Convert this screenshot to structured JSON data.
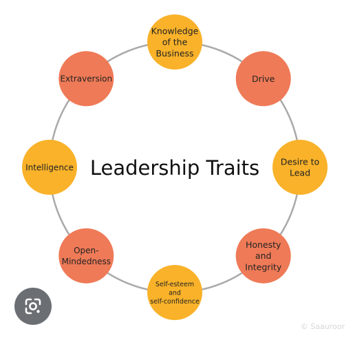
{
  "diagram": {
    "title": "Leadership Traits",
    "colors": {
      "ring": "#a9a9a9",
      "yellow": "#f9b229",
      "orange": "#ef7a57",
      "text": "#222222"
    },
    "nodes": [
      {
        "lines": [
          "Knowledge",
          "of the",
          "Business"
        ],
        "color": "yellow"
      },
      {
        "lines": [
          "Drive"
        ],
        "color": "orange"
      },
      {
        "lines": [
          "Desire to",
          "Lead"
        ],
        "color": "yellow"
      },
      {
        "lines": [
          "Honesty",
          "and",
          "Integrity"
        ],
        "color": "orange"
      },
      {
        "lines": [
          "Self-esteem",
          "and",
          "self-confidence"
        ],
        "color": "yellow"
      },
      {
        "lines": [
          "Open-",
          "Mindedness"
        ],
        "color": "orange"
      },
      {
        "lines": [
          "Intelligence"
        ],
        "color": "yellow"
      },
      {
        "lines": [
          "Extraversion"
        ],
        "color": "orange"
      }
    ]
  },
  "overlay": {
    "lens_icon": "google-lens-icon",
    "watermark": "© Saauroor"
  }
}
